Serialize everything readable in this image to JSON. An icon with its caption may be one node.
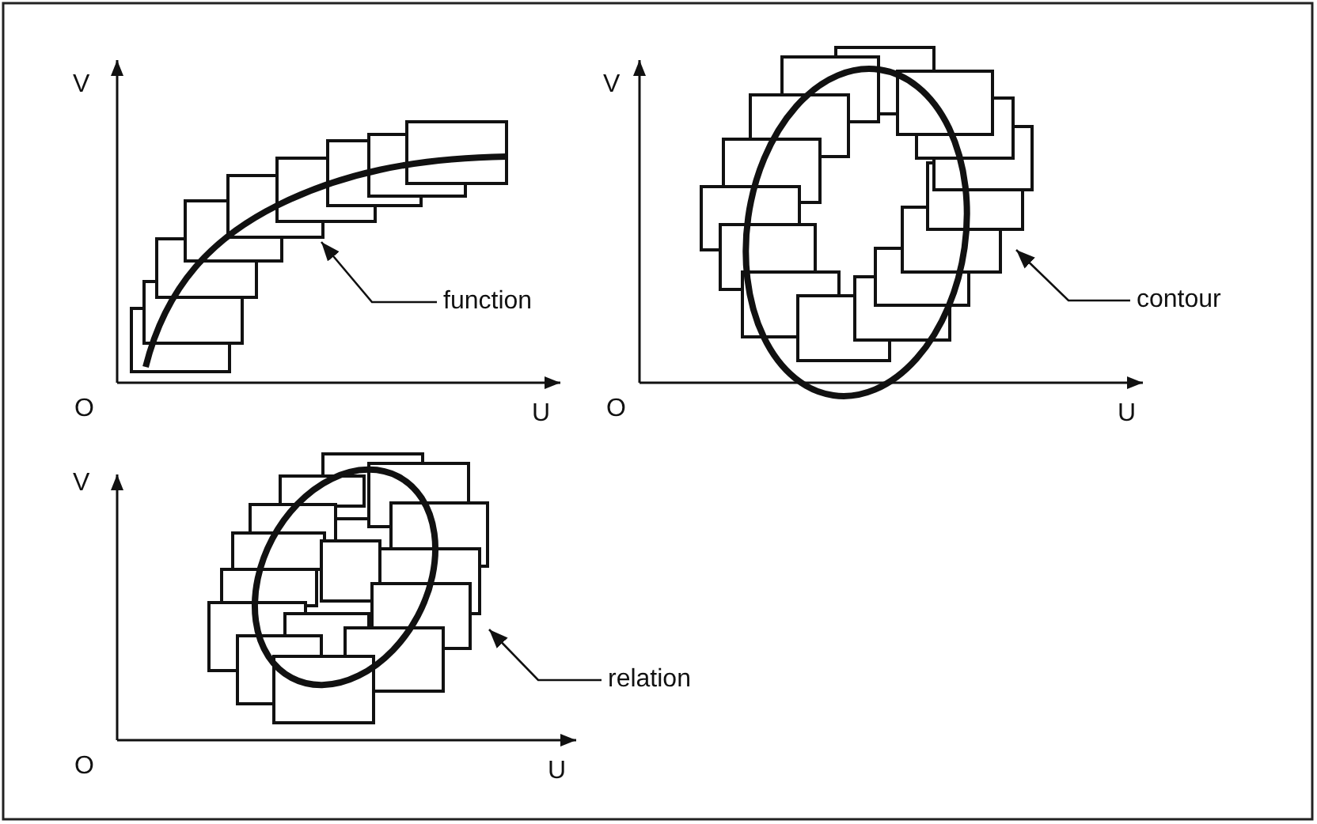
{
  "diagram": {
    "nodes": [
      {
        "text": [
          "function"
        ]
      },
      {
        "text": [],
        "shape": "picture"
      },
      {
        "text": [
          "contour"
        ]
      },
      {
        "text": [],
        "shape": "picture"
      },
      {
        "text": [
          "relation"
        ]
      },
      {
        "text": [],
        "shape": "picture"
      }
    ],
    "edges": [
      {
        "from": 0,
        "to": 1,
        "arrow": "to"
      },
      {
        "from": 2,
        "to": 3,
        "arrow": "to"
      },
      {
        "from": 4,
        "to": 5,
        "arrow": "to"
      }
    ],
    "labels": [
      "V",
      "O",
      "U",
      "V",
      "O",
      "U",
      "V",
      "O",
      "U"
    ]
  }
}
